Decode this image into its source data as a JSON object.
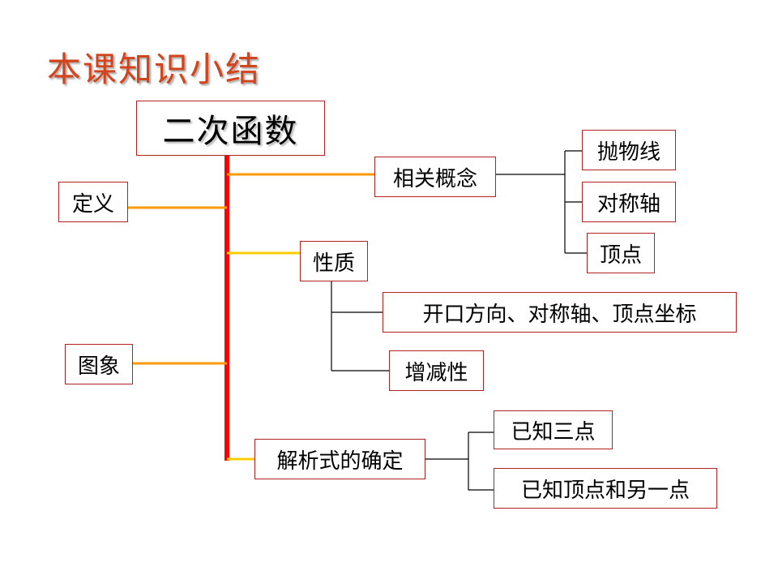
{
  "slide": {
    "title": "本课知识小结"
  },
  "diagram": {
    "root": "二次函数",
    "definition": "定义",
    "graph": "图象",
    "concepts": {
      "label": "相关概念",
      "items": [
        "抛物线",
        "对称轴",
        "顶点"
      ]
    },
    "properties": {
      "label": "性质",
      "items": [
        "开口方向、对称轴、顶点坐标",
        "增减性"
      ]
    },
    "analytic": {
      "label": "解析式的确定",
      "items": [
        "已知三点",
        "已知顶点和另一点"
      ]
    }
  },
  "colors": {
    "title": "#d2451c",
    "trunk": "#ff0000",
    "branch_orange": "#ff9900",
    "branch_yellow": "#ffcc00",
    "box_border": "#b22222"
  }
}
